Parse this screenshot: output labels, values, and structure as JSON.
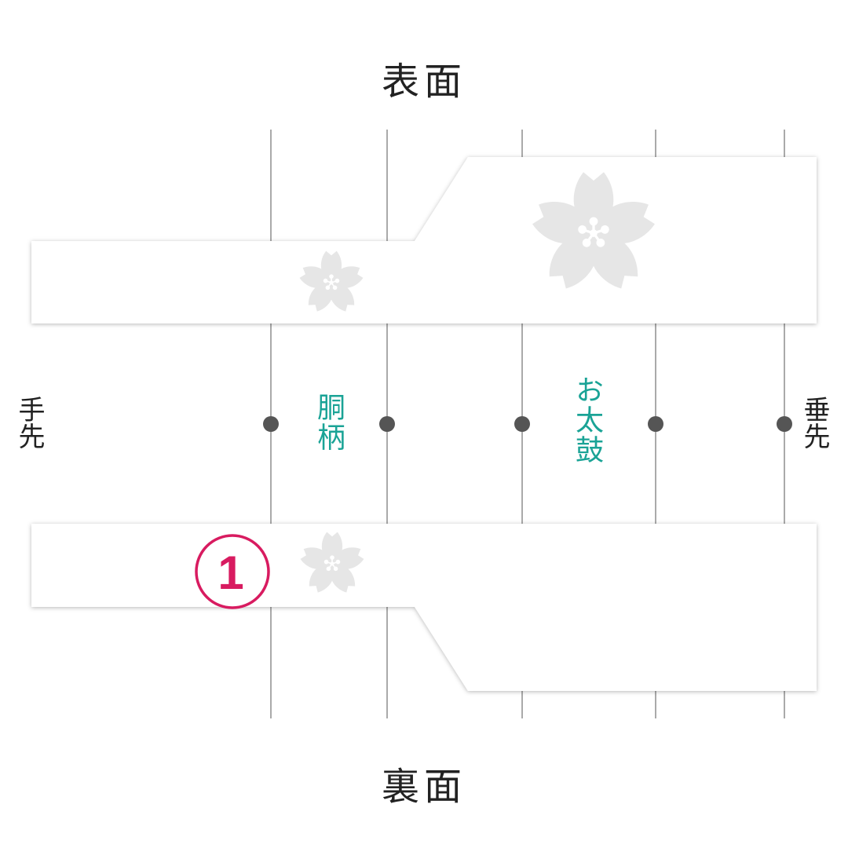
{
  "titles": {
    "front": "表面",
    "back": "裏面"
  },
  "ends": {
    "left": "手先",
    "right": "垂先"
  },
  "sections": {
    "body": "胴柄",
    "otaiko": "お太鼓"
  },
  "badge": {
    "number": "1"
  },
  "colors": {
    "teal": "#1aa396",
    "magenta": "#d81b60",
    "sakura": "#e6e6e6",
    "dot": "#555555",
    "line": "#555555"
  }
}
